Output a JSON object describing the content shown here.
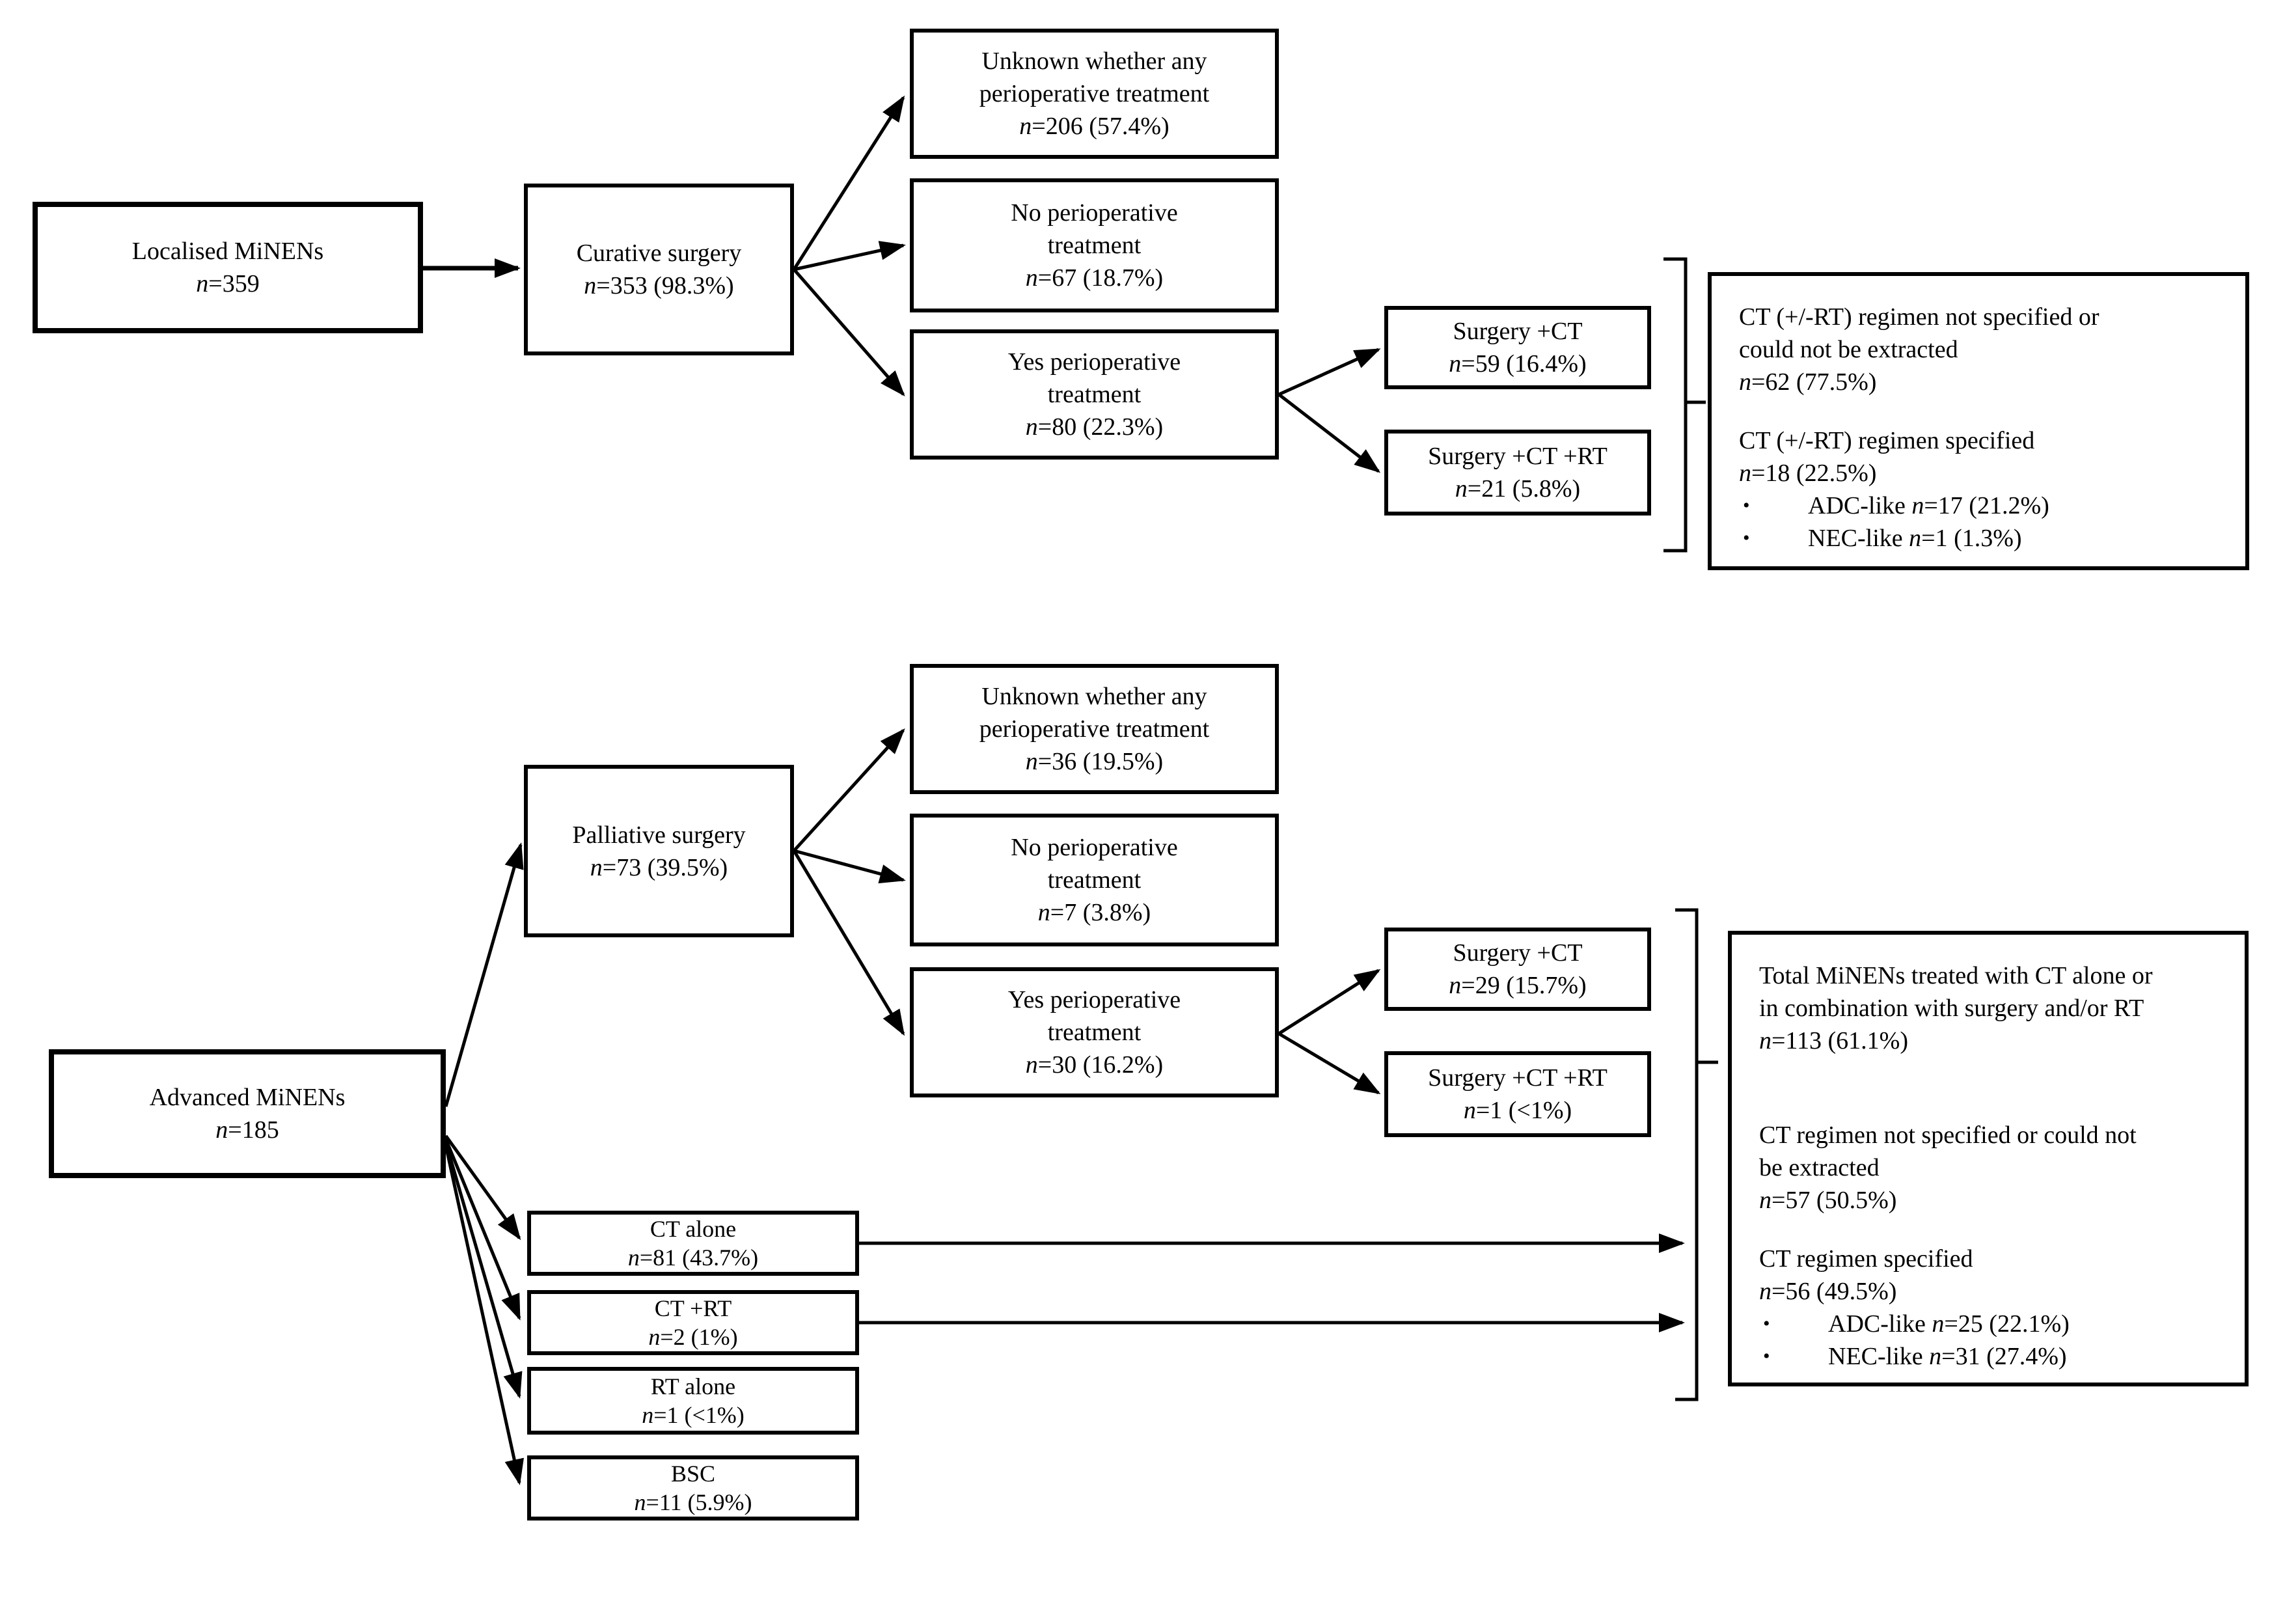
{
  "figure": {
    "description": "Treatment flowchart of localised and advanced MiNENs"
  },
  "boxes": {
    "localised": {
      "lines": [
        "Localised MiNENs",
        "n=359"
      ]
    },
    "curative": {
      "lines": [
        "Curative surgery",
        "n=353 (98.3%)"
      ]
    },
    "top_unknown": {
      "lines": [
        "Unknown whether any",
        "perioperative treatment",
        "n=206 (57.4%)"
      ]
    },
    "top_no": {
      "lines": [
        "No perioperative",
        "treatment",
        "n=67 (18.7%)"
      ]
    },
    "top_yes": {
      "lines": [
        "Yes perioperative",
        "treatment",
        "n=80 (22.3%)"
      ]
    },
    "top_surgery_ct": {
      "lines": [
        "Surgery +CT",
        "n=59 (16.4%)"
      ]
    },
    "top_surgery_ct_rt": {
      "lines": [
        "Surgery +CT +RT",
        "n=21 (5.8%)"
      ]
    },
    "top_summary": {
      "paragraphs": [
        {
          "lines": [
            "CT (+/-RT) regimen not specified or",
            "could not be extracted",
            "n=62 (77.5%)"
          ]
        },
        {
          "lines": [
            "CT (+/-RT) regimen specified",
            "n=18 (22.5%)"
          ],
          "bullets": [
            "ADC-like n=17 (21.2%)",
            "NEC-like n=1 (1.3%)"
          ]
        }
      ]
    },
    "advanced": {
      "lines": [
        "Advanced MiNENs",
        "n=185"
      ]
    },
    "palliative": {
      "lines": [
        "Palliative surgery",
        "n=73 (39.5%)"
      ]
    },
    "bot_unknown": {
      "lines": [
        "Unknown whether any",
        "perioperative treatment",
        "n=36 (19.5%)"
      ]
    },
    "bot_no": {
      "lines": [
        "No perioperative",
        "treatment",
        "n=7 (3.8%)"
      ]
    },
    "bot_yes": {
      "lines": [
        "Yes perioperative",
        "treatment",
        "n=30 (16.2%)"
      ]
    },
    "bot_surgery_ct": {
      "lines": [
        "Surgery +CT",
        "n=29 (15.7%)"
      ]
    },
    "bot_surgery_ct_rt": {
      "lines": [
        "Surgery +CT +RT",
        "n=1 (<1%)"
      ]
    },
    "ct_alone": {
      "lines": [
        "CT alone",
        "n=81 (43.7%)"
      ]
    },
    "ct_rt": {
      "lines": [
        "CT +RT",
        "n=2 (1%)"
      ]
    },
    "rt_alone": {
      "lines": [
        "RT alone",
        "n=1 (<1%)"
      ]
    },
    "bsc": {
      "lines": [
        "BSC",
        "n=11 (5.9%)"
      ]
    },
    "bot_summary": {
      "paragraphs": [
        {
          "lines": [
            "Total MiNENs treated with CT alone or",
            "in combination with surgery and/or RT",
            "n=113 (61.1%)"
          ]
        },
        {
          "lines": [
            "CT regimen not specified or could not",
            "be extracted",
            "n=57 (50.5%)"
          ]
        },
        {
          "lines": [
            "CT regimen specified",
            "n=56 (49.5%)"
          ],
          "bullets": [
            "ADC-like n=25 (22.1%)",
            "NEC-like n=31 (27.4%)"
          ]
        }
      ]
    }
  }
}
